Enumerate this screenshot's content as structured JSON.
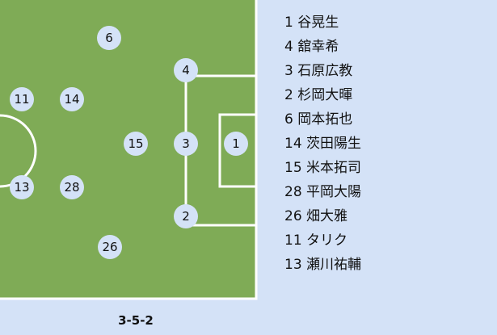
{
  "formation": "3-5-2",
  "colors": {
    "pitch": "#7fab56",
    "lines": "#ffffff",
    "marker": "#d4e2f7",
    "background": "#d4e2f7"
  },
  "players_on_pitch": [
    {
      "number": "6"
    },
    {
      "number": "4"
    },
    {
      "number": "11"
    },
    {
      "number": "14"
    },
    {
      "number": "15"
    },
    {
      "number": "3"
    },
    {
      "number": "1"
    },
    {
      "number": "13"
    },
    {
      "number": "28"
    },
    {
      "number": "2"
    },
    {
      "number": "26"
    }
  ],
  "roster": [
    "1 谷晃生",
    "4 舘幸希",
    "3 石原広教",
    "2 杉岡大暉",
    "6 岡本拓也",
    "14 茨田陽生",
    "15 米本拓司",
    "28 平岡大陽",
    "26 畑大雅",
    "11 タリク",
    "13 瀬川祐輔"
  ]
}
